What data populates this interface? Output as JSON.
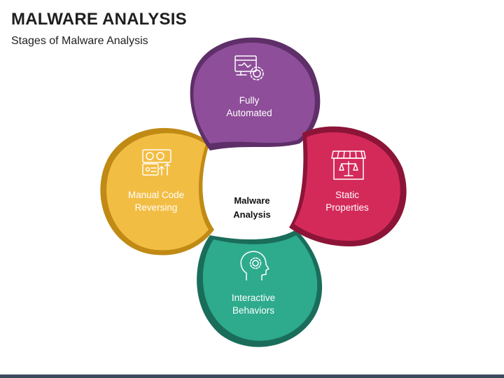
{
  "header": {
    "title": "MALWARE ANALYSIS",
    "subtitle": "Stages of Malware Analysis"
  },
  "diagram": {
    "center_label": [
      "Malware",
      "Analysis"
    ],
    "stages": [
      {
        "id": "fully-automated",
        "label": [
          "Fully",
          "Automated"
        ],
        "icon": "computer-gear-icon",
        "color": "#8e4e99",
        "dark": "#5e2f68"
      },
      {
        "id": "static-properties",
        "label": [
          "Static",
          "Properties"
        ],
        "icon": "store-scale-icon",
        "color": "#d42a5a",
        "dark": "#8c1537"
      },
      {
        "id": "interactive-behaviors",
        "label": [
          "Interactive",
          "Behaviors"
        ],
        "icon": "head-gear-icon",
        "color": "#2eaa8d",
        "dark": "#1a6d5a"
      },
      {
        "id": "manual-code-reversing",
        "label": [
          "Manual Code",
          "Reversing"
        ],
        "icon": "money-chart-icon",
        "color": "#f2bd43",
        "dark": "#c08a15"
      }
    ]
  }
}
